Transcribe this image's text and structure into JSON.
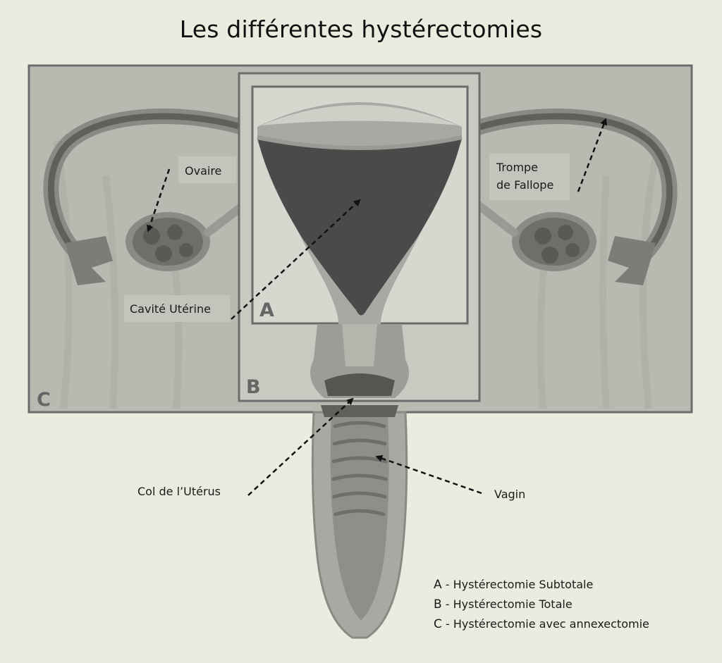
{
  "title": "Les différentes hystérectomies",
  "labels": {
    "ovaire": "Ovaire",
    "trompe_line1": "Trompe",
    "trompe_line2": "de Fallope",
    "cavite": "Cavité Utérine",
    "col": "Col de l’Utérus",
    "vagin": "Vagin"
  },
  "boxes": {
    "a": "A",
    "b": "B",
    "c": "C"
  },
  "legend": [
    {
      "key": "A",
      "text": " - Hystérectomie Subtotale"
    },
    {
      "key": "B",
      "text": " - Hystérectomie Totale"
    },
    {
      "key": "C",
      "text": " - Hystérectomie avec annexectomie"
    }
  ],
  "colors": {
    "background": "#ebebdf",
    "box_c_fill": "#b8b8b0",
    "box_outline": "#6b6b6b",
    "uterine_cavity": "#4a4a4a"
  }
}
